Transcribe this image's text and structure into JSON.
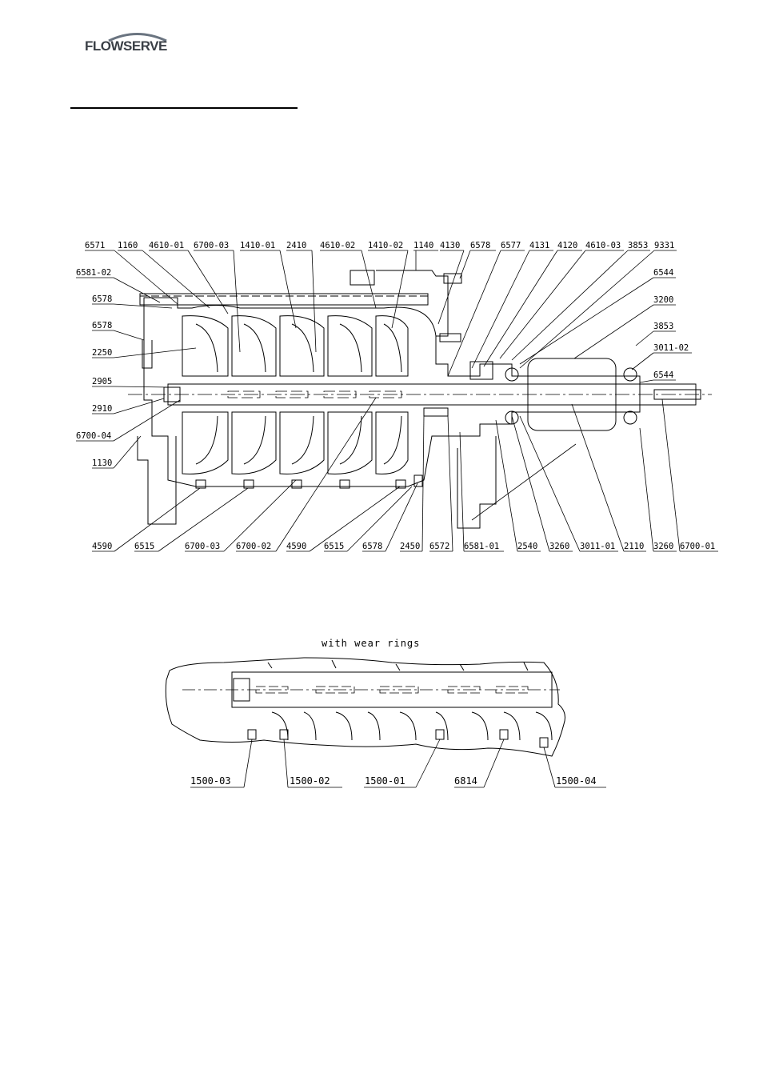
{
  "brand": {
    "name": "FLOWSERVE"
  },
  "callouts_top": [
    "6571",
    "1160",
    "4610-01",
    "6700-03",
    "1410-01",
    "2410",
    "4610-02",
    "1410-02",
    "1140",
    "4130",
    "6578",
    "6577",
    "4131",
    "4120",
    "4610-03",
    "3853",
    "9331"
  ],
  "callouts_left": [
    "6581-02",
    "6578",
    "6578",
    "2250",
    "2905",
    "2910",
    "6700-04",
    "1130"
  ],
  "callouts_right": [
    "6544",
    "3200",
    "3853",
    "3011-02",
    "6544"
  ],
  "callouts_bottom": [
    "4590",
    "6515",
    "6700-03",
    "6700-02",
    "4590",
    "6515",
    "6578",
    "2450",
    "6572",
    "6581-01",
    "2540",
    "3260",
    "3011-01",
    "2110",
    "3260",
    "6700-01"
  ],
  "detail": {
    "caption": "with wear rings",
    "callouts": [
      "1500-03",
      "1500-02",
      "1500-01",
      "6814",
      "1500-04"
    ]
  }
}
